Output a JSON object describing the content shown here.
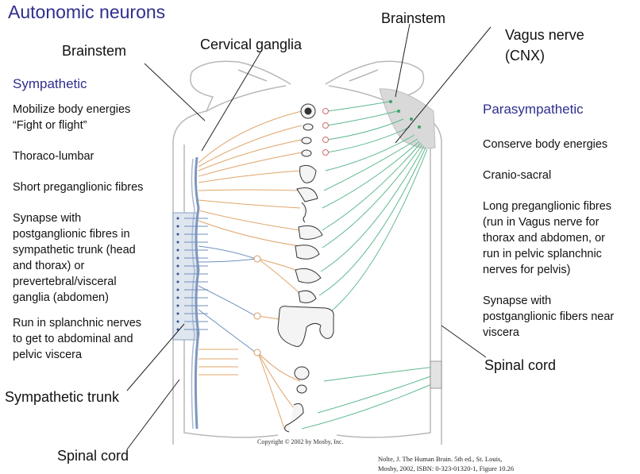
{
  "title": "Autonomic neurons",
  "labels": {
    "brainstem_left": "Brainstem",
    "cervical_ganglia": "Cervical ganglia",
    "brainstem_right": "Brainstem",
    "vagus_line1": "Vagus nerve",
    "vagus_line2": "(CNX)",
    "sympathetic_trunk": "Sympathetic trunk",
    "spinal_cord_left": "Spinal cord",
    "spinal_cord_right": "Spinal cord"
  },
  "sympathetic": {
    "heading": "Sympathetic",
    "lines": [
      "Mobilize body energies",
      "“Fight or flight”",
      "Thoraco-lumbar",
      "Short preganglionic fibres",
      "Synapse with",
      "postganglionic fibres in",
      "sympathetic trunk (head",
      "and thorax) or",
      "prevertebral/visceral",
      "ganglia (abdomen)",
      "Run in splanchnic nerves",
      "to get to abdominal and",
      "pelvic viscera"
    ]
  },
  "parasympathetic": {
    "heading": "Parasympathetic",
    "lines": [
      "Conserve body energies",
      "Cranio-sacral",
      "Long preganglionic fibres",
      "(run in Vagus nerve for",
      "thorax and abdomen, or",
      "run in pelvic splanchnic",
      "nerves for pelvis)",
      "Synapse with",
      "postganglionic fibers near",
      "viscera"
    ]
  },
  "copyright": "Copyright © 2002 by Mosby, Inc.",
  "citation": {
    "line1": "Nolte, J.  The Human Brain. 5th ed., St. Louis,",
    "line2": "Mosby, 2002, ISBN: 0-323-01320-1, Figure 10.26"
  },
  "colors": {
    "title": "#2e2e8f",
    "sympathetic_fiber": "#e0a46a",
    "parasympathetic_fiber": "#5fb98f",
    "preganglionic_fiber": "#6f8fbf",
    "brainstem_fill": "#d9d9d9"
  }
}
